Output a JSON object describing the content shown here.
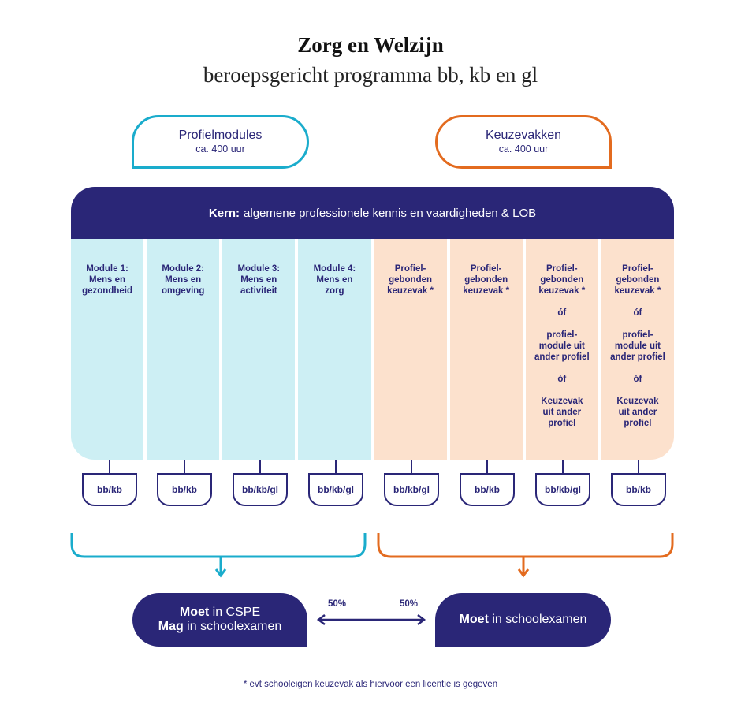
{
  "header": {
    "title": "Zorg en Welzijn",
    "subtitle": "beroepsgericht programma bb, kb en gl"
  },
  "tabs": {
    "profielmodules": {
      "title": "Profielmodules",
      "hours": "ca. 400 uur",
      "color": "#1aaccc"
    },
    "keuzevakken": {
      "title": "Keuzevakken",
      "hours": "ca. 400 uur",
      "color": "#e36b1f"
    }
  },
  "kern": {
    "label": "Kern:",
    "text": "algemene professionele kennis en vaardigheden & LOB"
  },
  "modules": [
    {
      "label": "Module 1:",
      "text": "Mens en\ngezondheid",
      "level": "bb/kb"
    },
    {
      "label": "Module 2:",
      "text": "Mens en\nomgeving",
      "level": "bb/kb"
    },
    {
      "label": "Module 3:",
      "text": "Mens en\nactiviteit",
      "level": "bb/kb/gl"
    },
    {
      "label": "Module 4:",
      "text": "Mens en\nzorg",
      "level": "bb/kb/gl"
    }
  ],
  "keuzevakken": [
    {
      "text": "Profiel-\ngebonden\nkeuzevak *",
      "level": "bb/kb/gl"
    },
    {
      "text": "Profiel-\ngebonden\nkeuzevak *",
      "level": "bb/kb"
    },
    {
      "text": "Profiel-\ngebonden\nkeuzevak *",
      "or1": "óf",
      "text2": "profiel-\nmodule uit\nander profiel",
      "or2": "óf",
      "text3": "Keuzevak\nuit ander\nprofiel",
      "level": "bb/kb/gl"
    },
    {
      "text": "Profiel-\ngebonden\nkeuzevak *",
      "or1": "óf",
      "text2": "profiel-\nmodule uit\nander profiel",
      "or2": "óf",
      "text3": "Keuzevak\nuit ander\nprofiel",
      "level": "bb/kb"
    }
  ],
  "exams": {
    "left": {
      "bold1": "Moet",
      "rest1": " in CSPE",
      "bold2": "Mag",
      "rest2": " in schoolexamen"
    },
    "right": {
      "bold1": "Moet",
      "rest1": " in schoolexamen"
    },
    "pct_left": "50%",
    "pct_right": "50%"
  },
  "footnote": "* evt schooleigen keuzevak als hiervoor een licentie is gegeven",
  "colors": {
    "navy": "#2a2677",
    "light_blue": "#cdeff4",
    "peach": "#fce1cd",
    "cyan": "#1aaccc",
    "orange": "#e36b1f"
  }
}
